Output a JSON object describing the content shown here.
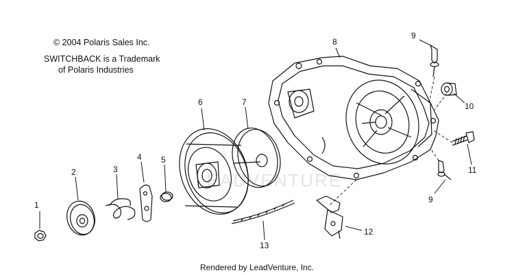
{
  "copyright": {
    "line1": "© 2004 Polaris Sales Inc.",
    "line2": "SWITCHBACK is a Trademark",
    "line3": "of Polaris Industries"
  },
  "watermark": "LEADVENTURE",
  "footer": "Rendered by LeadVenture, Inc.",
  "callouts": {
    "c1": "1",
    "c2": "2",
    "c3": "3",
    "c4": "4",
    "c5": "5",
    "c6": "6",
    "c7": "7",
    "c8": "8",
    "c9a": "9",
    "c9b": "9",
    "c10": "10",
    "c11": "11",
    "c12": "12",
    "c13": "13"
  }
}
